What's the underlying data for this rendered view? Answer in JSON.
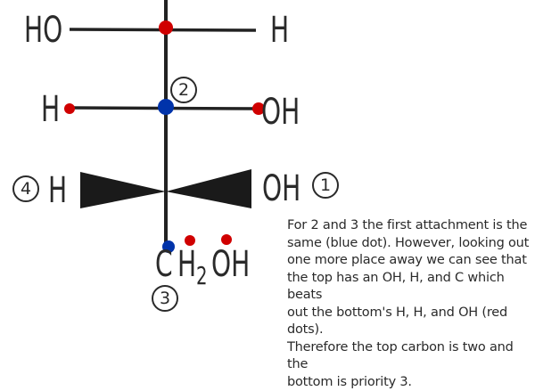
{
  "diagram": {
    "type": "fischer-projection",
    "colors": {
      "line": "#222222",
      "red_dot": "#d00000",
      "blue_dot": "#0033aa"
    },
    "row1": {
      "left": "HO",
      "right": "H"
    },
    "row2": {
      "left": "H",
      "right": "OH",
      "priority": "2"
    },
    "stereo_center": {
      "left": "H",
      "left_priority": "4",
      "right": "OH",
      "right_priority": "1"
    },
    "bottom": {
      "group_c": "C",
      "group_h": "H",
      "subscript": "2",
      "group_oh": "OH",
      "priority": "3"
    }
  },
  "explanation": {
    "lines": [
      "For 2 and 3 the first attachment is the",
      "same (blue dot). However, looking out",
      "one more place away we can see that",
      "the top has an OH, H, and C which beats",
      "out the bottom's H, H, and OH (red dots).",
      "Therefore the top carbon is two and the",
      "bottom is priority 3."
    ]
  }
}
